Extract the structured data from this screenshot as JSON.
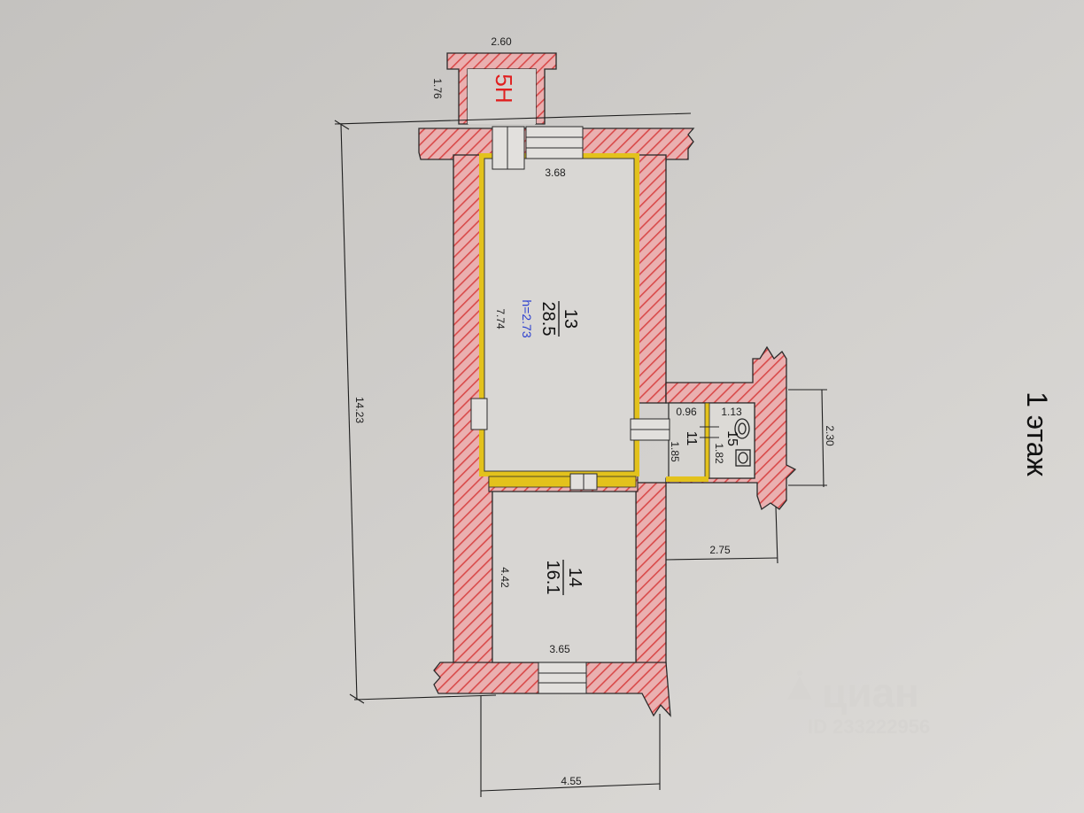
{
  "floor_label": "1 этаж",
  "unit_label": "5Н",
  "colors": {
    "wall_fill": "#eab0b0",
    "wall_hatch": "#d94a4a",
    "room_outline": "#e3c21c",
    "ink": "#1e1e1e",
    "unit_label": "#e02020",
    "height_label": "#2b3fcf"
  },
  "rooms": [
    {
      "number": "13",
      "area": "28.5",
      "height": "h=2.73",
      "width": "3.68",
      "length": "7.74"
    },
    {
      "number": "14",
      "area": "16.1",
      "width": "3.65",
      "length": "4.42"
    },
    {
      "number": "11",
      "width": "0.96",
      "length": "1.85"
    },
    {
      "number": "15",
      "width": "1.13",
      "length": "1.82"
    }
  ],
  "dimensions": {
    "vestibule_width": "2.60",
    "vestibule_depth": "1.76",
    "total_length": "14.23",
    "annex_width": "2.30",
    "annex_depth": "2.75",
    "building_width": "4.55"
  },
  "watermark": {
    "brand": "циан",
    "listing_id": "ID 233222956"
  }
}
